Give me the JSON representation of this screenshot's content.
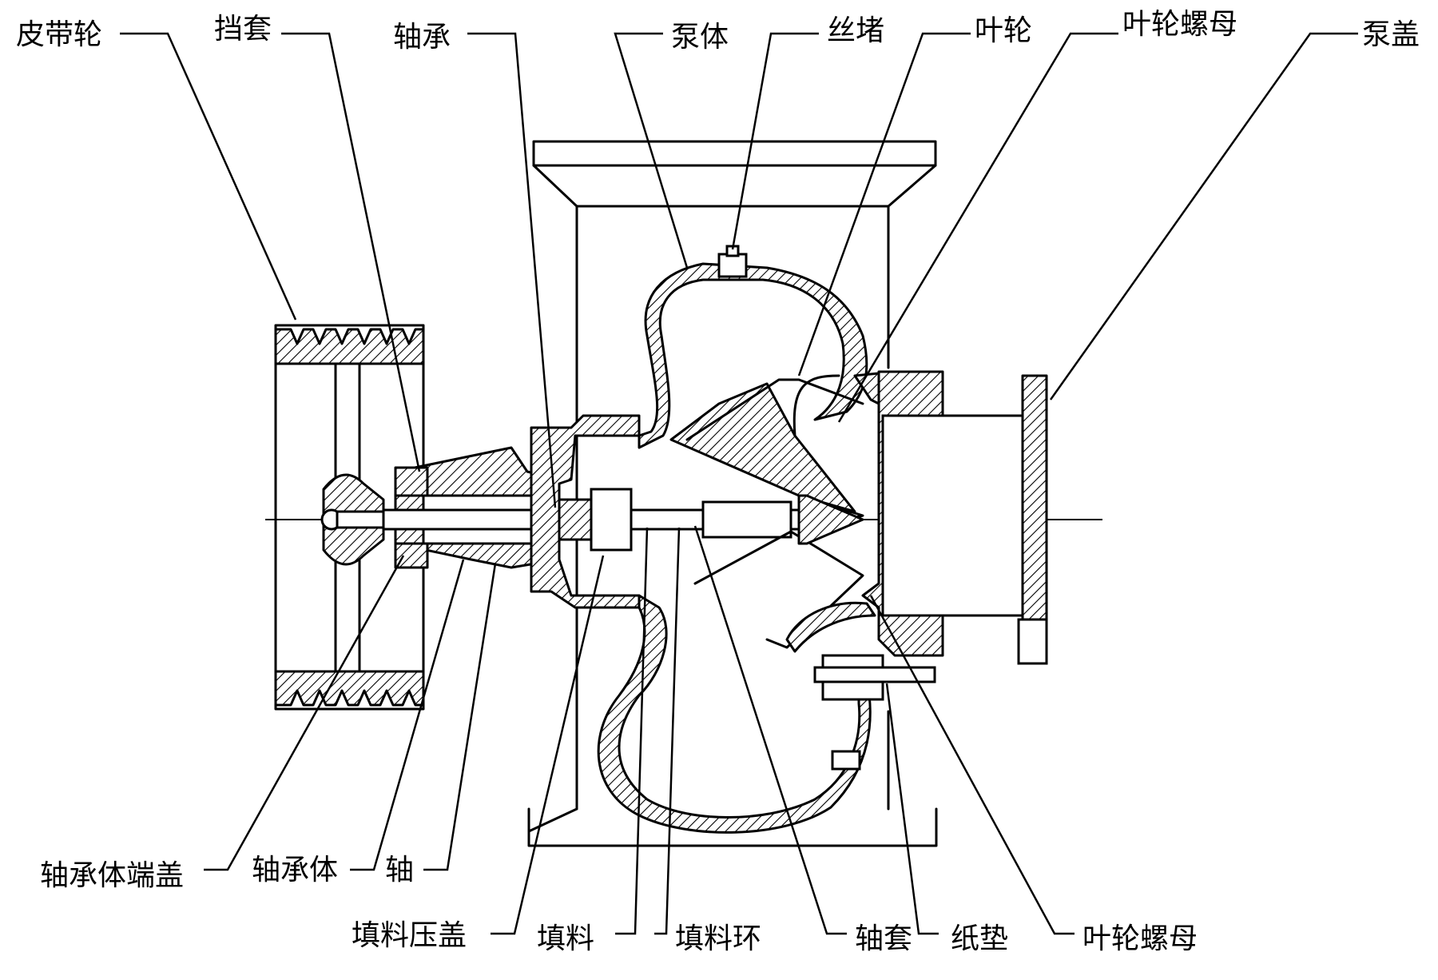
{
  "diagram": {
    "top_labels": {
      "pulley": "皮带轮",
      "stop_sleeve": "挡套",
      "bearing": "轴承",
      "pump_body": "泵体",
      "plug": "丝堵",
      "impeller": "叶轮",
      "impeller_nut_top": "叶轮螺母",
      "pump_cover": "泵盖"
    },
    "bottom_labels": {
      "bearing_end_cover": "轴承体端盖",
      "bearing_body": "轴承体",
      "shaft": "轴",
      "gland": "填料压盖",
      "packing": "填料",
      "packing_ring": "填料环",
      "shaft_sleeve": "轴套",
      "paper_gasket": "纸垫",
      "impeller_nut_bottom": "叶轮螺母"
    }
  }
}
